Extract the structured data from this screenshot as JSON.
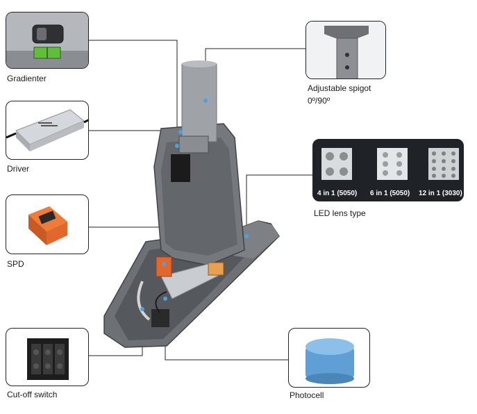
{
  "callouts": {
    "gradienter": "Gradienter",
    "driver": "Driver",
    "spd": "SPD",
    "cutoff": "Cut-off switch",
    "photocell": "Photocell",
    "spigot_line1": "Adjustable spigot",
    "spigot_line2": "0º/90º",
    "lens_title": "LED lens type"
  },
  "lens_types": [
    "4 in 1 (5050)",
    "6 in 1 (5050)",
    "12 in 1 (3030)"
  ],
  "colors": {
    "housing": "#6d7075",
    "driver_body": "#c9cdd2",
    "spd": "#e2672c",
    "photocell": "#5f9fd6",
    "lens_panel": "#1f2226",
    "level_bubble": "#5fbf3a"
  }
}
